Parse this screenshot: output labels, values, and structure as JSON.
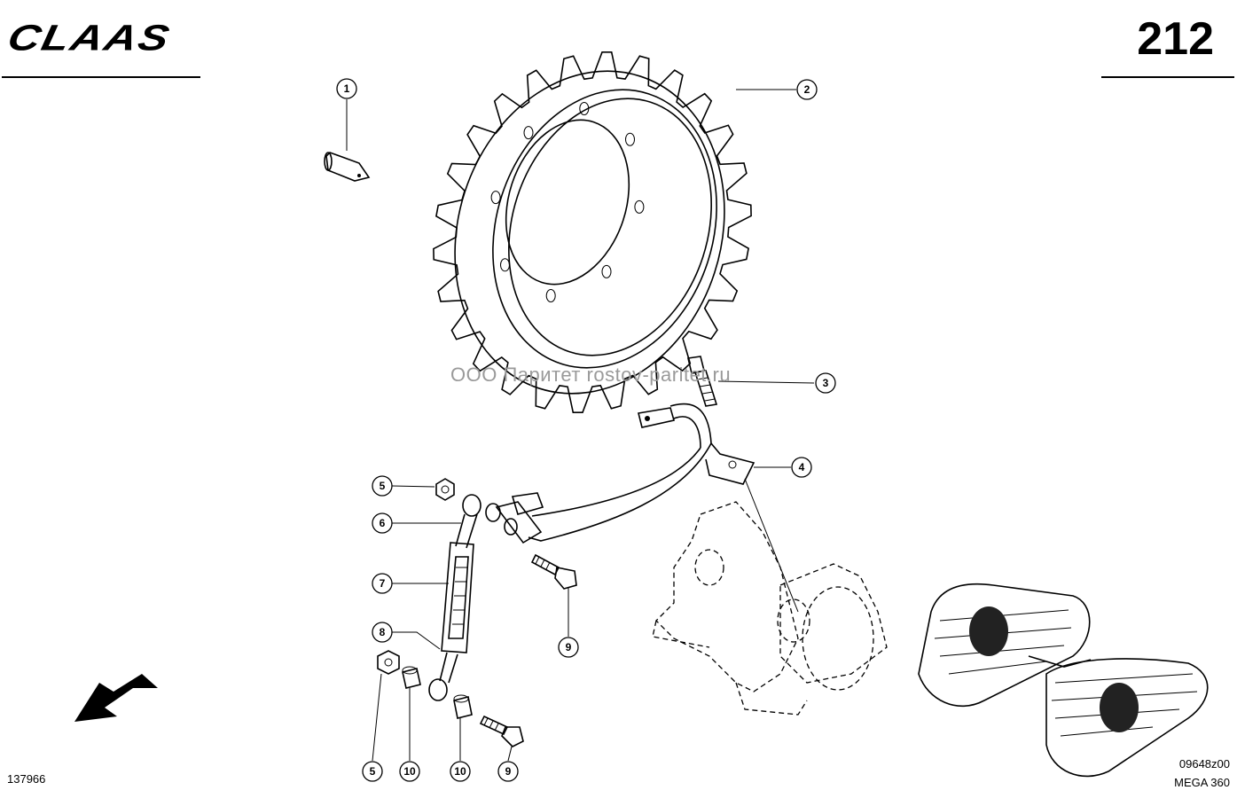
{
  "header": {
    "brand": "CLAAS",
    "page_number": "212"
  },
  "footer": {
    "drawing_number": "137966",
    "figure_code": "09648z00",
    "model": "MEGA 360"
  },
  "watermark": "ООО Паритет    rostov-paritet.ru",
  "callouts": [
    {
      "id": "c1",
      "label": "1"
    },
    {
      "id": "c2",
      "label": "2"
    },
    {
      "id": "c3",
      "label": "3"
    },
    {
      "id": "c4",
      "label": "4"
    },
    {
      "id": "c5a",
      "label": "5"
    },
    {
      "id": "c6",
      "label": "6"
    },
    {
      "id": "c7",
      "label": "7"
    },
    {
      "id": "c8",
      "label": "8"
    },
    {
      "id": "c9a",
      "label": "9"
    },
    {
      "id": "c5b",
      "label": "5"
    },
    {
      "id": "c10a",
      "label": "10"
    },
    {
      "id": "c10b",
      "label": "10"
    },
    {
      "id": "c9b",
      "label": "9"
    }
  ]
}
